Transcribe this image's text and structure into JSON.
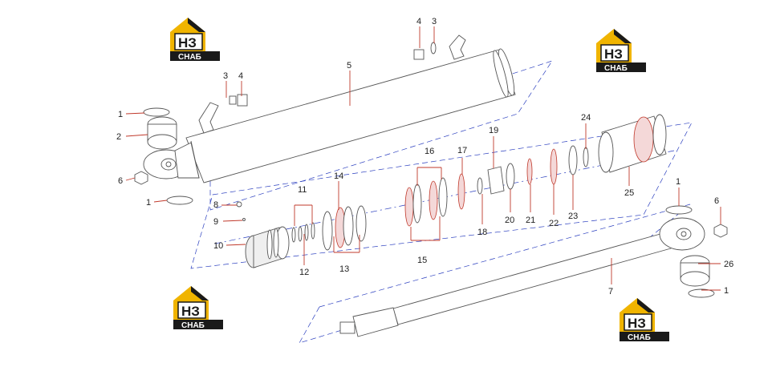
{
  "logo": {
    "letters": "НЗ",
    "word": "СНАБ",
    "color_gold": "#f0b400",
    "color_dark": "#1a1a1a"
  },
  "callouts": [
    {
      "id": "c-4a",
      "text": "4"
    },
    {
      "id": "c-3a",
      "text": "3"
    },
    {
      "id": "c-5",
      "text": "5"
    },
    {
      "id": "c-3b",
      "text": "3"
    },
    {
      "id": "c-4b",
      "text": "4"
    },
    {
      "id": "c-1a",
      "text": "1"
    },
    {
      "id": "c-2",
      "text": "2"
    },
    {
      "id": "c-6a",
      "text": "6"
    },
    {
      "id": "c-1b",
      "text": "1"
    },
    {
      "id": "c-8",
      "text": "8"
    },
    {
      "id": "c-9",
      "text": "9"
    },
    {
      "id": "c-10",
      "text": "10"
    },
    {
      "id": "c-11",
      "text": "11"
    },
    {
      "id": "c-12",
      "text": "12"
    },
    {
      "id": "c-14",
      "text": "14"
    },
    {
      "id": "c-13",
      "text": "13"
    },
    {
      "id": "c-16",
      "text": "16"
    },
    {
      "id": "c-15",
      "text": "15"
    },
    {
      "id": "c-17",
      "text": "17"
    },
    {
      "id": "c-18",
      "text": "18"
    },
    {
      "id": "c-19",
      "text": "19"
    },
    {
      "id": "c-20",
      "text": "20"
    },
    {
      "id": "c-21",
      "text": "21"
    },
    {
      "id": "c-22",
      "text": "22"
    },
    {
      "id": "c-23",
      "text": "23"
    },
    {
      "id": "c-24",
      "text": "24"
    },
    {
      "id": "c-25",
      "text": "25"
    },
    {
      "id": "c-1c",
      "text": "1"
    },
    {
      "id": "c-6b",
      "text": "6"
    },
    {
      "id": "c-26",
      "text": "26"
    },
    {
      "id": "c-1d",
      "text": "1"
    },
    {
      "id": "c-7",
      "text": "7"
    }
  ]
}
